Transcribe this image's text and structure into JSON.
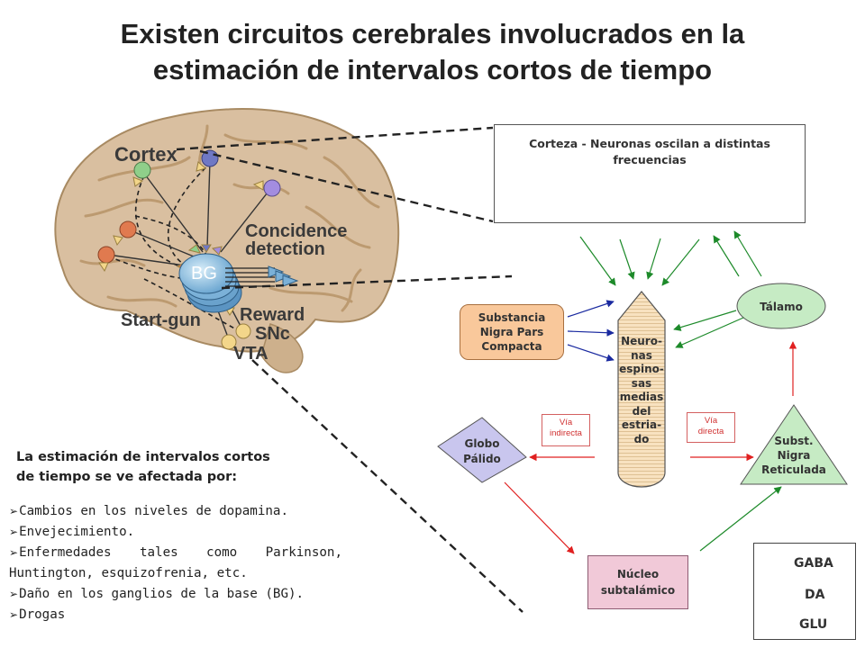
{
  "title": {
    "line1": "Existen circuitos cerebrales involucrados en la",
    "line2": "estimación de intervalos cortos de tiempo"
  },
  "brain": {
    "labels": {
      "cortex": "Cortex",
      "concidence_line1": "Concidence",
      "concidence_line2": "detection",
      "bg": "BG",
      "start_gun": "Start-gun",
      "reward": "Reward",
      "snc": "SNc",
      "vta": "VTA"
    },
    "colors": {
      "brain": "#d9bfa0",
      "sulcus": "#b89468",
      "bg_disc": "#7bb1d8",
      "neuron_green": "#8fcf8a",
      "neuron_blue": "#6f78c4",
      "neuron_purple": "#a38de0",
      "neuron_red": "#e07a4f",
      "neuron_yellow": "#f3d68a"
    }
  },
  "circuit": {
    "cortex_box": {
      "line1": "Corteza - Neuronas oscilan a distintas",
      "line2": "frecuencias"
    },
    "substancia_nigra_compacta": {
      "line1": "Substancia",
      "line2": "Nigra Pars",
      "line3": "Compacta"
    },
    "striatum": [
      "Neuro-",
      "nas",
      "espino-",
      "sas",
      "medias",
      "del",
      "estria-",
      "do"
    ],
    "talamo": "Tálamo",
    "globo_palido": {
      "line1": "Globo",
      "line2": "Pálido"
    },
    "via_indirecta": {
      "line1": "Vía",
      "line2": "indirecta"
    },
    "via_directa": {
      "line1": "Vía",
      "line2": "directa"
    },
    "subst_nigra_reticulada": {
      "line1": "Subst.",
      "line2": "Nigra",
      "line3": "Reticulada"
    },
    "nucleo_subtalamico": {
      "line1": "Núcleo",
      "line2": "subtalámico"
    }
  },
  "affected_by": {
    "heading_line1": "La estimación de intervalos cortos",
    "heading_line2": "de tiempo se ve afectada por:",
    "items": [
      "Cambios en los niveles de dopamina.",
      "Envejecimiento.",
      "Enfermedades tales como Parkinson, Huntington, esquizofrenia, etc.",
      "Daño en los ganglios de la base (BG).",
      "Drogas"
    ]
  },
  "legend": {
    "items": [
      {
        "label": "GABA",
        "color": "#e02020"
      },
      {
        "label": "DA",
        "color": "#1a2aa0"
      },
      {
        "label": "GLU",
        "color": "#1d8a2a"
      }
    ]
  },
  "colors": {
    "glu": "#1d8a2a",
    "gaba": "#e02020",
    "da": "#1a2aa0",
    "snc_fill": "#f9c89b",
    "talamo_fill": "#c6ebc4",
    "gp_fill": "#c9c6ee",
    "snr_fill": "#c6ebc4",
    "stn_fill": "#f1c9d8",
    "striatum_fill": "#f8e2c0"
  }
}
